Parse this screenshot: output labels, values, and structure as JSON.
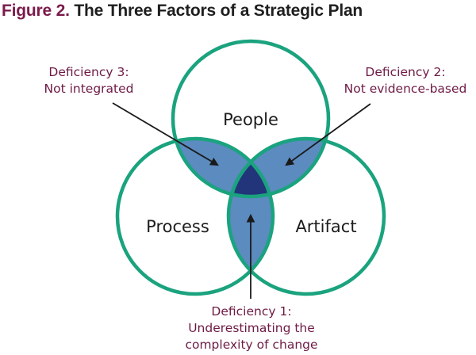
{
  "figure": {
    "number": "Figure 2.",
    "title": "The Three Factors of a Strategic Plan"
  },
  "circles": {
    "people": "People",
    "process": "Process",
    "artifact": "Artifact"
  },
  "deficiencies": {
    "d3": {
      "line1": "Deficiency 3:",
      "line2": "Not integrated"
    },
    "d2": {
      "line1": "Deficiency 2:",
      "line2": "Not evidence-based"
    },
    "d1": {
      "line1": "Deficiency 1:",
      "line2": "Underestimating the",
      "line3": "complexity of change"
    }
  },
  "colors": {
    "ring": "#1aa37e",
    "overlap": "#5b8bbf",
    "center": "#22347a",
    "deficiency_text": "#6e1a45",
    "title_number": "#7a1b4b"
  }
}
